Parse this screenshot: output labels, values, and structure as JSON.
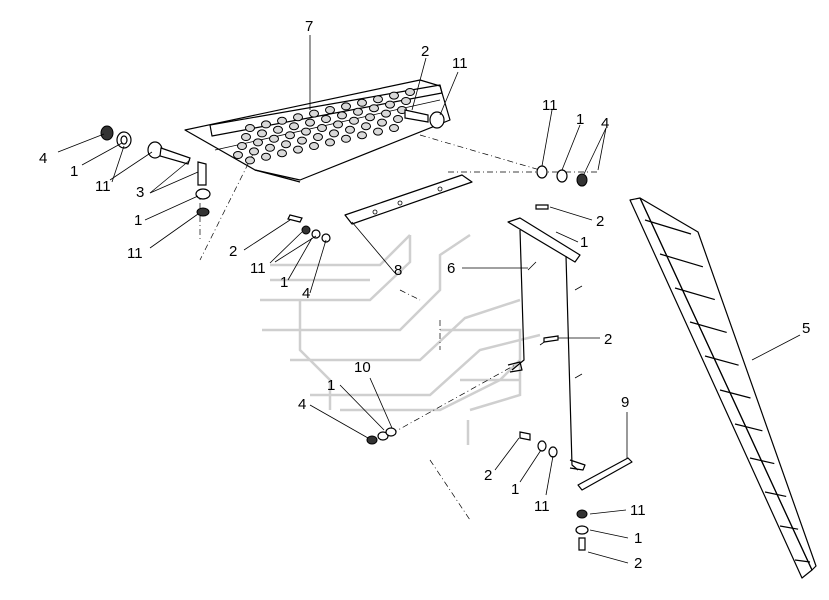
{
  "diagram": {
    "callouts": [
      "7",
      "2",
      "11",
      "4",
      "1",
      "11",
      "3",
      "1",
      "11",
      "11",
      "1",
      "4",
      "2",
      "11",
      "1",
      "4",
      "8",
      "6",
      "2",
      "1",
      "2",
      "5",
      "1",
      "10",
      "4",
      "2",
      "1",
      "11",
      "9",
      "11",
      "1",
      "2"
    ]
  },
  "palette": {
    "line": "#000000",
    "ghost": "#cfcfcf",
    "fill": "#d9d9d9",
    "background": "#ffffff"
  }
}
